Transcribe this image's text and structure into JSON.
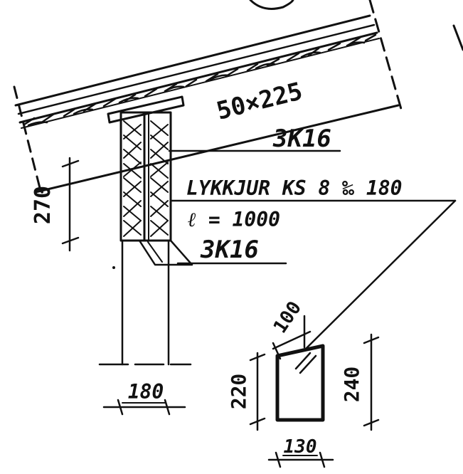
{
  "labels": {
    "rafter": "50×225",
    "nail_upper": "3K16",
    "brackets": "LYKKJUR KS 8 ‰ 180",
    "length": "ℓ = 1000",
    "nail_lower": "3K16",
    "post_height": "270",
    "post_width": "180",
    "detail_top": "100",
    "detail_left": "220",
    "detail_right": "240",
    "detail_bottom": "130"
  },
  "colors": {
    "ink": "#111111",
    "paper": "#ffffff"
  }
}
